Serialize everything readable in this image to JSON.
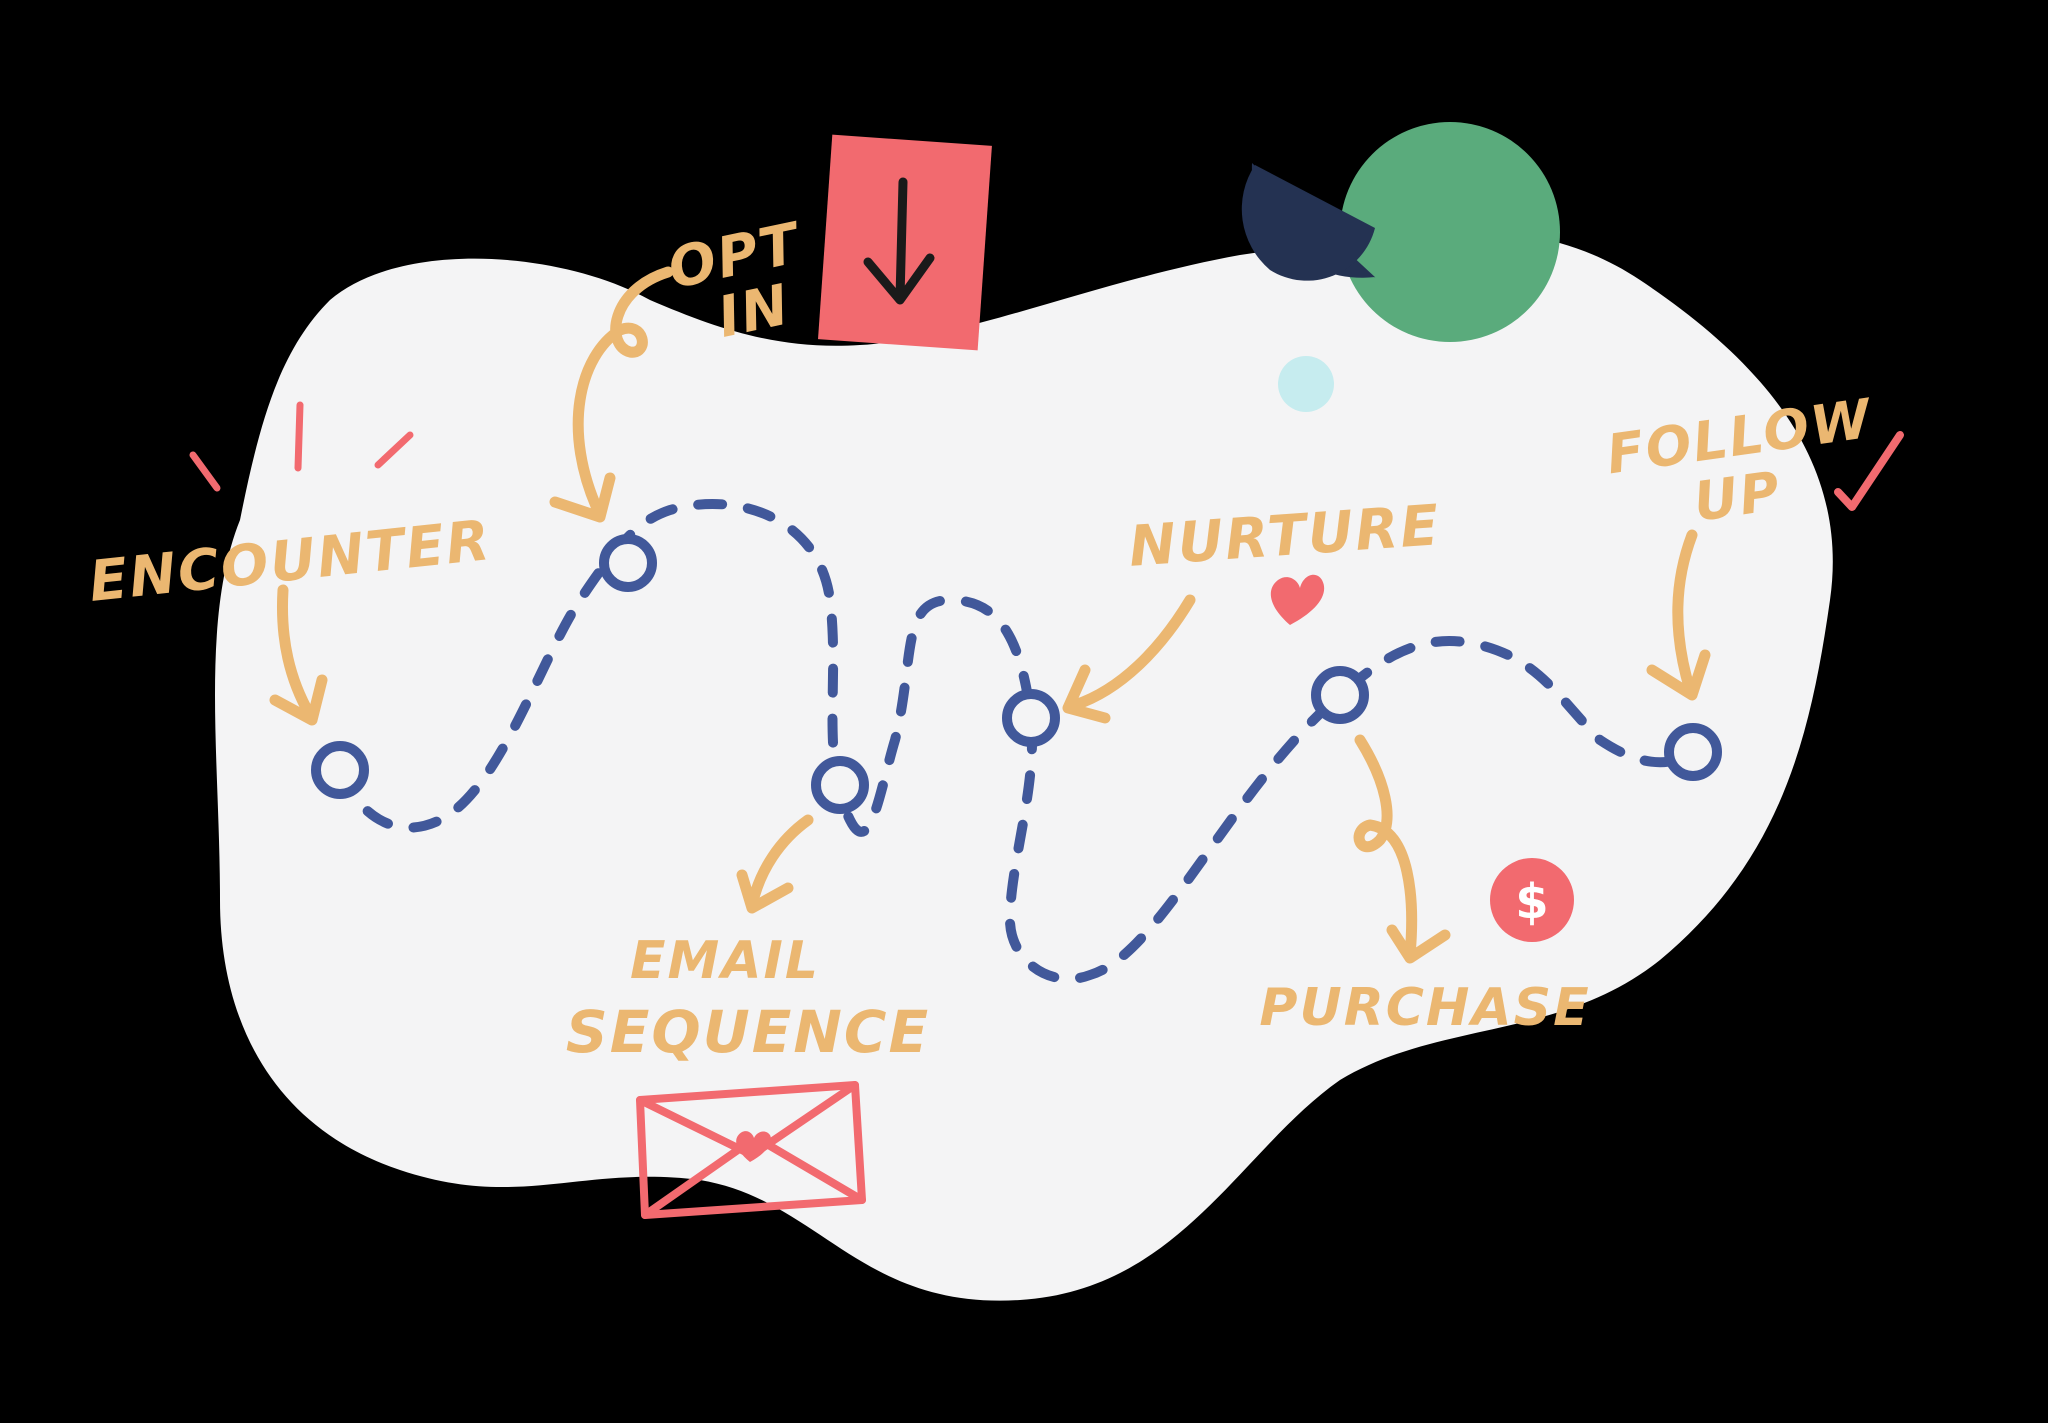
{
  "colors": {
    "background": "#000000",
    "blob": "#f4f4f5",
    "path": "#41589a",
    "label": "#ebb771",
    "accent_red": "#f26a6f",
    "green": "#5aab7c",
    "navy": "#243252",
    "light_cyan": "#c6ecef"
  },
  "stages": [
    {
      "id": "encounter",
      "lines": [
        "ENCOUNTER"
      ]
    },
    {
      "id": "opt-in",
      "lines": [
        "OPT",
        "IN"
      ]
    },
    {
      "id": "email-sequence",
      "lines": [
        "EMAIL",
        "SEQUENCE"
      ]
    },
    {
      "id": "nurture",
      "lines": [
        "NURTURE"
      ]
    },
    {
      "id": "purchase",
      "lines": [
        "PURCHASE"
      ]
    },
    {
      "id": "follow-up",
      "lines": [
        "FOLLOW",
        "UP"
      ]
    }
  ],
  "icons": {
    "download": "download-arrow-icon",
    "envelope": "envelope-heart-icon",
    "heart": "heart-icon",
    "dollar": "dollar-coin-icon",
    "check": "checkmark-icon",
    "sparkle": "sparkle-burst-icon"
  },
  "dollar_symbol": "$"
}
